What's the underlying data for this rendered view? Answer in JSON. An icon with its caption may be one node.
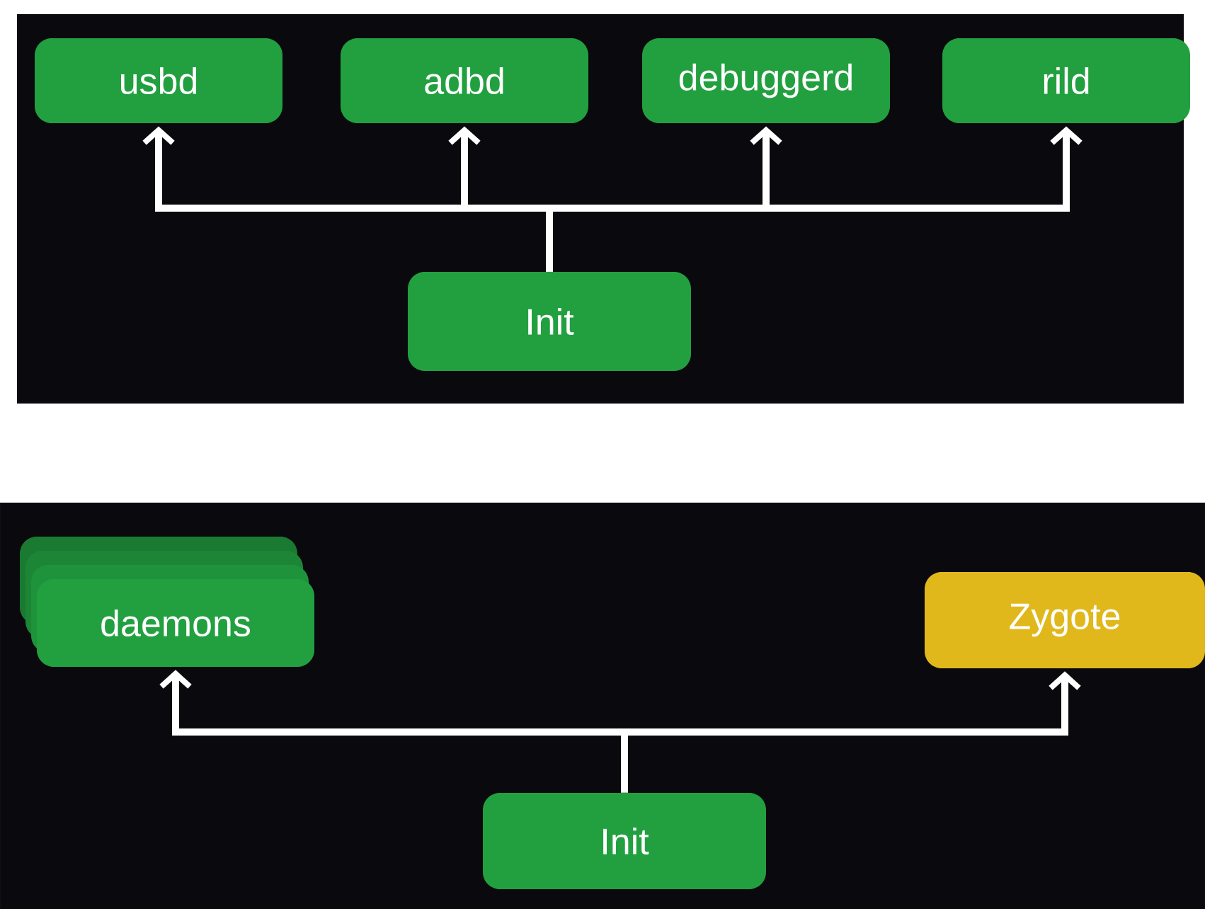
{
  "diagram": {
    "nodes": [
      {
        "text": [
          "usbd"
        ]
      },
      {
        "text": [
          "adbd"
        ]
      },
      {
        "text": [
          "debuggerd"
        ]
      },
      {
        "text": [
          "rild"
        ]
      },
      {
        "text": [
          "Init"
        ]
      },
      {
        "text": [
          "daemons"
        ]
      },
      {
        "text": [
          "Zygote"
        ]
      },
      {
        "text": [
          "Init"
        ]
      }
    ],
    "edges": [
      {
        "from": 4,
        "to": 0,
        "arrow": "to"
      },
      {
        "from": 4,
        "to": 1,
        "arrow": "to"
      },
      {
        "from": 4,
        "to": 2,
        "arrow": "to"
      },
      {
        "from": 4,
        "to": 3,
        "arrow": "to"
      },
      {
        "from": 7,
        "to": 5,
        "arrow": "to"
      },
      {
        "from": 7,
        "to": 6,
        "arrow": "to"
      }
    ]
  }
}
